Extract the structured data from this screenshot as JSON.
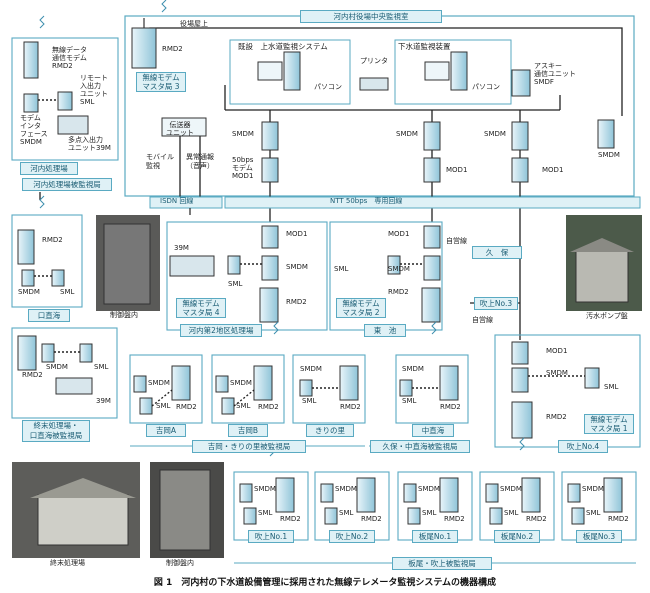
{
  "colors": {
    "accent": "#5aaac2",
    "label_bg": "#dff1f6",
    "device": "#b8dbe8",
    "line": "#222222"
  },
  "central": {
    "title": "河内村役場中央監視室",
    "roof": "役場屋上",
    "rmd2": "RMD2",
    "master3": [
      "無線モデム",
      "マスタ局 3"
    ],
    "joint": [
      "既設",
      "上水道監視システム"
    ],
    "sewer": "下水道監視装置",
    "printer": "プリンタ",
    "pc1": "パソコン",
    "pc2": "パソコン",
    "ascii": [
      "アスキー",
      "通信ユニット",
      "SMDF"
    ],
    "transmit": [
      "伝送器",
      "ユニット"
    ],
    "mobile": [
      "モバイル",
      "監視"
    ],
    "alarm": [
      "異常通報",
      "（音声）"
    ],
    "smdm_a": "SMDM",
    "smdm_b": "SMDM",
    "smdm_c": "SMDM",
    "smdm_d": "SMDM",
    "modem50": [
      "50bps",
      "モデム",
      "MOD1"
    ],
    "mod1_b": "MOD1",
    "mod1_c": "MOD1"
  },
  "lines": {
    "isdn": "ISDN 回線",
    "ntt": "NTT 50bps　専用回線",
    "self1": "自営線",
    "self2": "自営線"
  },
  "kochi": {
    "dev": [
      "無線データ",
      "通信モデム",
      "RMD2"
    ],
    "remote": [
      "リモート",
      "入出力",
      "ユニット",
      "SML"
    ],
    "modem": [
      "モデム",
      "インタ",
      "フェース",
      "SMDM"
    ],
    "multi": [
      "多点入出力",
      "ユニット39M"
    ],
    "name": "河内処理場",
    "group": "河内処理場被監視局"
  },
  "kuchi": {
    "rmd2": "RMD2",
    "smdm": "SMDM",
    "sml": "SML",
    "name": "口直海",
    "photo": "制御盤内"
  },
  "daini": {
    "m39": "39M",
    "mod1": "MOD1",
    "smdm": "SMDM",
    "sml": "SML",
    "rmd2": "RMD2",
    "master": [
      "無線モデム",
      "マスタ局 4"
    ],
    "name": "河内第2地区処理場"
  },
  "higashi": {
    "mod1": "MOD1",
    "smdm": "SMDM",
    "sml": "SML",
    "rmd2": "RMD2",
    "master": [
      "無線モデム",
      "マスタ局 2"
    ],
    "name": "東　池"
  },
  "kubo": "久　保",
  "pump": "汚水ポンプ盤",
  "shumatsu": {
    "rmd2": "RMD2",
    "smdm": "SMDM",
    "sml": "SML",
    "m39": "39M",
    "group": [
      "終末処理場・",
      "口直海被監視局"
    ]
  },
  "yoshi": {
    "a": {
      "smdm": "SMDM",
      "sml": "SML",
      "rmd2": "RMD2",
      "name": "吉岡A"
    },
    "b": {
      "smdm": "SMDM",
      "sml": "SML",
      "rmd2": "RMD2",
      "name": "吉岡B"
    },
    "c": {
      "smdm": "SMDM",
      "sml": "SML",
      "rmd2": "RMD2",
      "name": "きりの里"
    },
    "group": "吉岡・きりの里被監視局"
  },
  "naka": {
    "smdm": "SMDM",
    "sml": "SML",
    "rmd2": "RMD2",
    "name": "中直海",
    "group": "久保・中直海被監視局"
  },
  "fukiage4": {
    "top": "吹上No.3",
    "self": "自営線",
    "mod1": "MOD1",
    "smdm": "SMDM",
    "sml": "SML",
    "rmd2": "RMD2",
    "master": [
      "無線モデム",
      "マスタ局 1"
    ],
    "name": "吹上No.4"
  },
  "photos": {
    "shumatsu": "終末処理場",
    "panel": "制御盤内"
  },
  "bottom": {
    "stations": [
      {
        "smdm": "SMDM",
        "sml": "SML",
        "rmd2": "RMD2",
        "name": "吹上No.1"
      },
      {
        "smdm": "SMDM",
        "sml": "SML",
        "rmd2": "RMD2",
        "name": "吹上No.2"
      },
      {
        "smdm": "SMDM",
        "sml": "SML",
        "rmd2": "RMD2",
        "name": "板尾No.1"
      },
      {
        "smdm": "SMDM",
        "sml": "SML",
        "rmd2": "RMD2",
        "name": "板尾No.2"
      },
      {
        "smdm": "SMDM",
        "sml": "SML",
        "rmd2": "RMD2",
        "name": "板尾No.3"
      }
    ],
    "group": "板尾・吹上被監視局"
  },
  "caption": "図 1　河内村の下水道設備管理に採用された無線テレメータ監視システムの機器構成"
}
